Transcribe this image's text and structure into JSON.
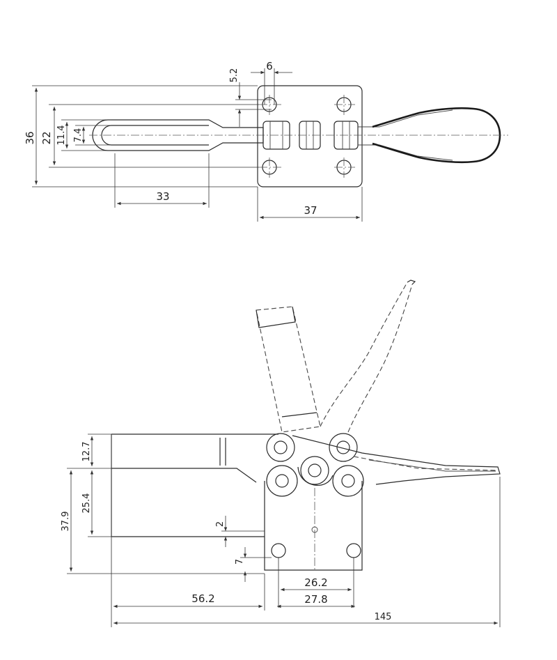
{
  "top_view": {
    "dim_width_37": "37",
    "dim_slot_33": "33",
    "dim_hole_6": "6",
    "dim_offset_5_2": "5.2",
    "dim_height_36": "36",
    "dim_22": "22",
    "dim_11_4": "11.4",
    "dim_7_4": "7.4"
  },
  "side_view": {
    "dim_12_7": "12.7",
    "dim_25_4": "25.4",
    "dim_37_9": "37.9",
    "dim_2": "2",
    "dim_7": "7",
    "dim_26_2": "26.2",
    "dim_27_8": "27.8",
    "dim_56_2": "56.2",
    "dim_145": "145"
  }
}
